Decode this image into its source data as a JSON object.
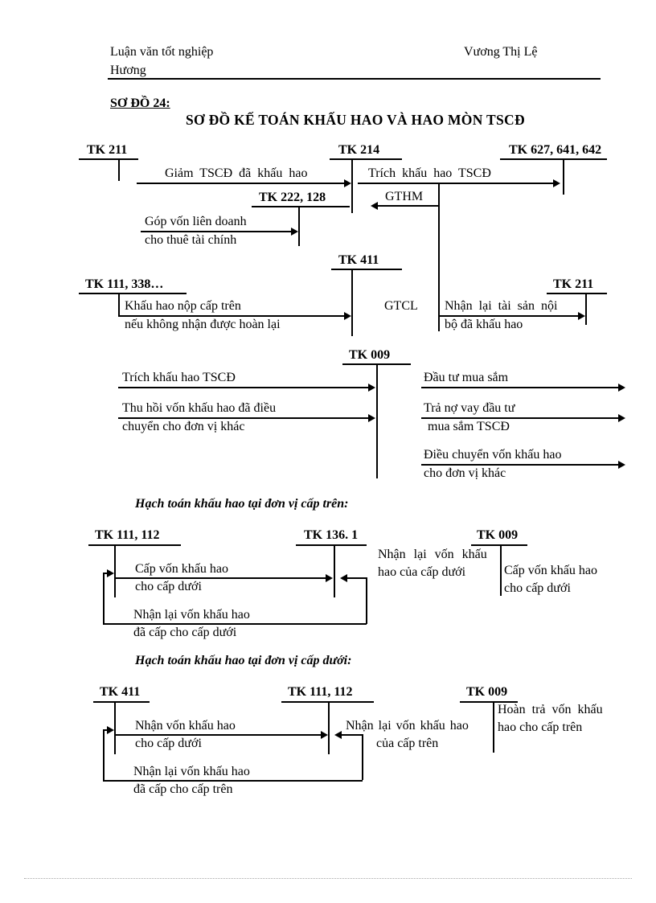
{
  "header": {
    "doc_title": "Luận văn tốt nghiệp",
    "author_line1": "Vương Thị Lệ",
    "author_line2": "Hương"
  },
  "title": {
    "diagram_no": "SƠ ĐỒ 24:",
    "diagram_title": "SƠ ĐỒ KẾ TOÁN KHẤU HAO VÀ HAO MÒN TSCĐ"
  },
  "main_diagram": {
    "tk211_top": "TK 211",
    "tk214": "TK 214",
    "tk627": "TK 627, 641, 642",
    "tk222": "TK 222, 128",
    "tk411": "TK 411",
    "tk111_338": "TK 111, 338…",
    "tk211_right": "TK 211",
    "flow_giam_tscd": "Giảm TSCĐ đã khấu hao",
    "flow_trich_kh": "Trích khấu hao TSCĐ",
    "gthm": "GTHM",
    "gtcl": "GTCL",
    "flow_gop_von_1": "Góp vốn liên doanh",
    "flow_gop_von_2": "cho thuê tài chính",
    "flow_kh_nop_1": "Khấu hao nộp cấp trên",
    "flow_kh_nop_2": "nếu không nhận được hoàn lại",
    "flow_nhan_lai_1": "Nhận lại tài sản nội",
    "flow_nhan_lai_2": "bộ đã khấu hao"
  },
  "tk009_diagram": {
    "tk009": "TK 009",
    "debit_1": "Trích khấu hao TSCĐ",
    "debit_2a": "Thu hồi vốn khấu hao đã điều",
    "debit_2b": "chuyển cho đơn vị khác",
    "credit_1": "Đầu tư mua sắm",
    "credit_2a": "Trả nợ vay đầu tư",
    "credit_2b": "mua sắm TSCĐ",
    "credit_3a": "Điều chuyển vốn khấu hao",
    "credit_3b": "cho đơn vị khác"
  },
  "upper_unit": {
    "heading": "Hạch toán khấu hao tại đơn vị cấp trên:",
    "tk111_112": "TK 111, 112",
    "tk136_1": "TK 136. 1",
    "tk009": "TK 009",
    "flow_cap_von_1": "Cấp vốn khấu hao",
    "flow_cap_von_2": "cho cấp dưới",
    "flow_nhan_lai_1": "Nhận lại vốn khấu",
    "flow_nhan_lai_2": "hao của cấp dưới",
    "tk009_note_1": "Cấp vốn khấu hao",
    "tk009_note_2": "cho cấp dưới",
    "flow_loop_1": "Nhận lại vốn khấu hao",
    "flow_loop_2": "đã cấp cho cấp dưới"
  },
  "lower_unit": {
    "heading": "Hạch toán khấu hao tại đơn vị cấp dưới:",
    "tk411": "TK 411",
    "tk111_112": "TK 111, 112",
    "tk009": "TK 009",
    "flow_nhan_von_1": "Nhận vốn khấu hao",
    "flow_nhan_von_2": "cho cấp dưới",
    "flow_nhan_lai_1": "Nhận lại vốn khấu hao",
    "flow_nhan_lai_2": "của cấp trên",
    "tk009_note_1": "Hoàn trả vốn khấu",
    "tk009_note_2": "hao cho cấp trên",
    "flow_loop_1": "Nhận lại vốn khấu hao",
    "flow_loop_2": "đã cấp cho cấp trên"
  }
}
